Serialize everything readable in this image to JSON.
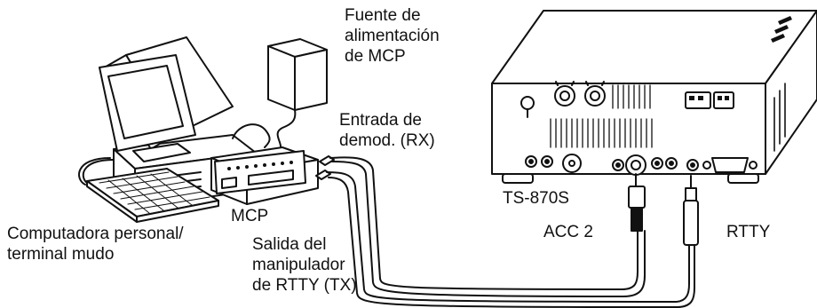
{
  "labels": {
    "psu": "Fuente de\nalimentación\nde MCP",
    "demod_input": "Entrada de\ndemod. (RX)",
    "radio_model": "TS-870S",
    "mcp": "MCP",
    "computer": "Computadora personal/\nterminal mudo",
    "acc2": "ACC 2",
    "rtty": "RTTY",
    "keying_output": "Salida del\nmanipulador\nde RTTY (TX)"
  }
}
